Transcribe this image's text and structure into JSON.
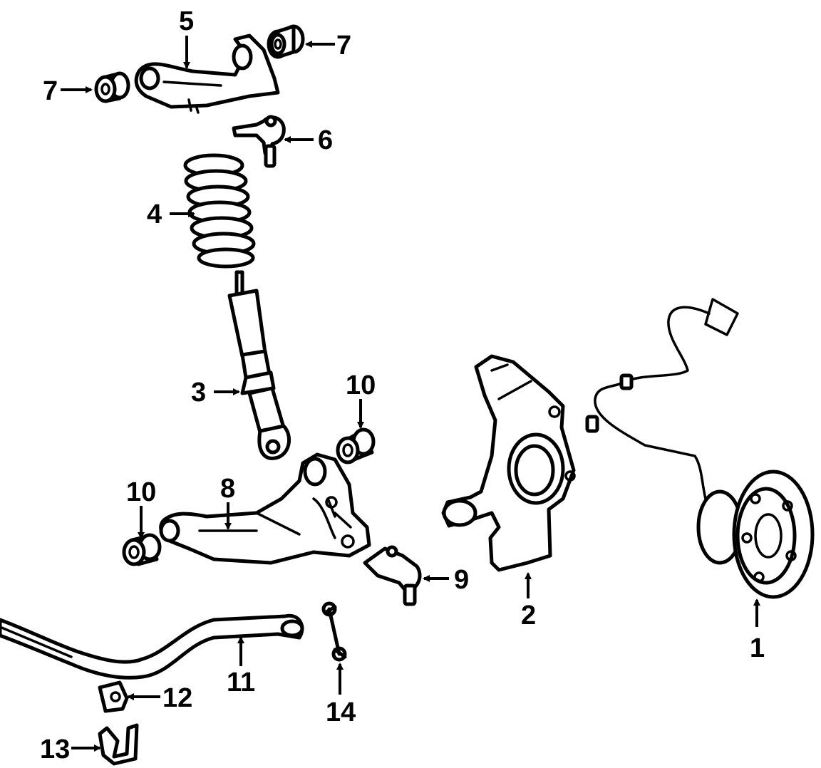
{
  "diagram": {
    "callouts": [
      {
        "id": "c1",
        "label": "1"
      },
      {
        "id": "c2",
        "label": "2"
      },
      {
        "id": "c3",
        "label": "3"
      },
      {
        "id": "c4",
        "label": "4"
      },
      {
        "id": "c5",
        "label": "5"
      },
      {
        "id": "c6",
        "label": "6"
      },
      {
        "id": "c7a",
        "label": "7"
      },
      {
        "id": "c7b",
        "label": "7"
      },
      {
        "id": "c8",
        "label": "8"
      },
      {
        "id": "c9",
        "label": "9"
      },
      {
        "id": "c10a",
        "label": "10"
      },
      {
        "id": "c10b",
        "label": "10"
      },
      {
        "id": "c11",
        "label": "11"
      },
      {
        "id": "c12",
        "label": "12"
      },
      {
        "id": "c13",
        "label": "13"
      },
      {
        "id": "c14",
        "label": "14"
      }
    ]
  }
}
